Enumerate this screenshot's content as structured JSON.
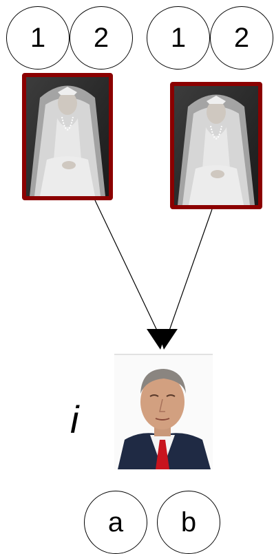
{
  "parent_left": {
    "children_numbers": [
      "1",
      "2"
    ],
    "portrait": "portrait-photo-woman-in-lace-veil-and-tiara"
  },
  "parent_right": {
    "children_numbers": [
      "1",
      "2"
    ],
    "portrait": "portrait-photo-woman-in-lace-veil-and-tiara"
  },
  "child": {
    "symbol": "i",
    "portrait": "portrait-photo-older-man-in-suit-red-tie",
    "alleles": [
      "a",
      "b"
    ]
  },
  "colors": {
    "frame": "#8b0000",
    "line": "#000000"
  }
}
